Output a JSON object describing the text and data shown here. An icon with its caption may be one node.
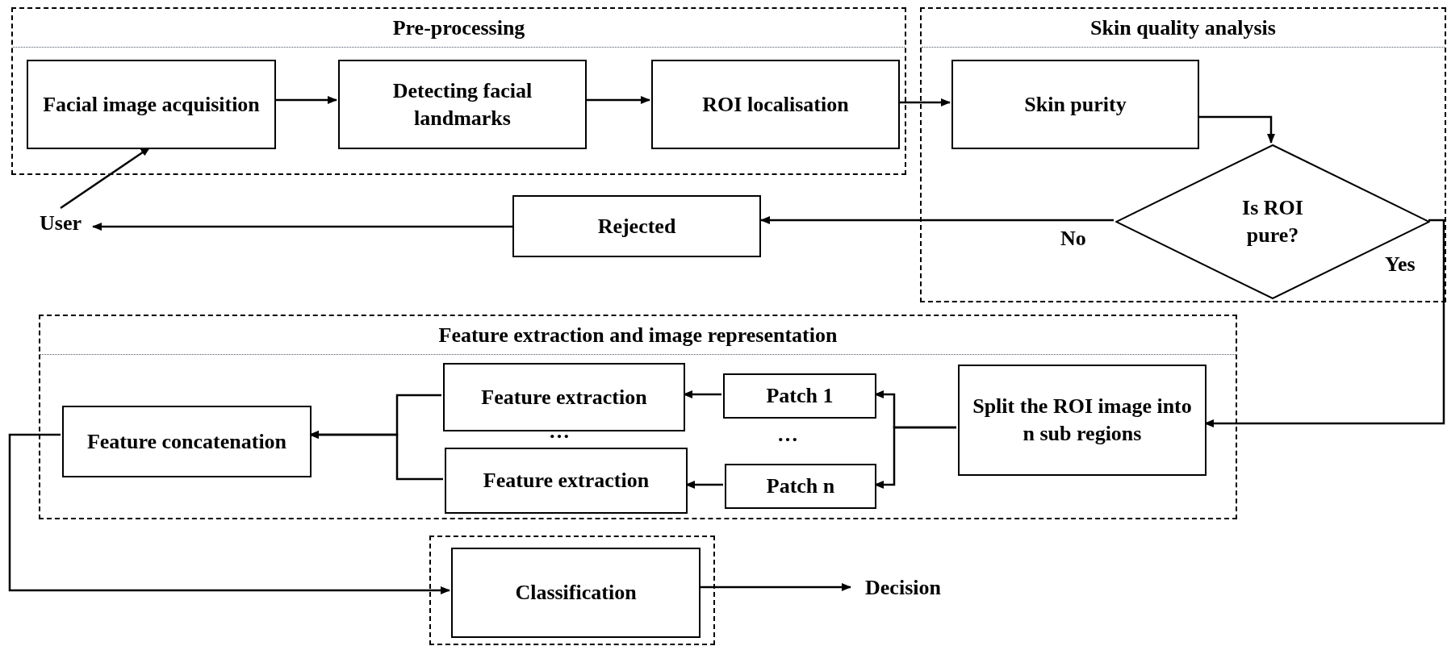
{
  "diagram": {
    "nodes": [
      {
        "text": [
          "Pre-processing"
        ]
      },
      {
        "text": [
          "Facial image acquisition"
        ],
        "in": 0
      },
      {
        "text": [
          "Detecting facial landmarks"
        ],
        "in": 0
      },
      {
        "text": [
          "ROI localisation"
        ],
        "in": 0
      },
      {
        "text": [
          "Skin quality analysis"
        ]
      },
      {
        "text": [
          "Skin purity"
        ],
        "in": 4
      },
      {
        "text": [
          "Is ROI pure?"
        ],
        "in": 4
      },
      {
        "text": [
          "User"
        ]
      },
      {
        "text": [
          "Rejected"
        ]
      },
      {
        "text": [
          "Feature extraction and image representation"
        ]
      },
      {
        "text": [
          "Feature extraction"
        ],
        "in": 9
      },
      {
        "text": [
          "Feature extraction"
        ],
        "in": 9
      },
      {
        "text": [
          "Patch 1"
        ],
        "in": 9
      },
      {
        "text": [
          "Patch n"
        ],
        "in": 9
      },
      {
        "text": [
          "Split the ROI image into n sub regions"
        ],
        "in": 9
      },
      {
        "text": [
          "Feature concatenation"
        ],
        "in": 9
      },
      {
        "text": [],
        "shape": "box"
      },
      {
        "text": [
          "Classification"
        ],
        "in": 16
      },
      {
        "text": [
          "Decision"
        ]
      }
    ],
    "edges": [
      {
        "from": 1,
        "to": 2,
        "arrow": "to"
      },
      {
        "from": 2,
        "to": 3,
        "arrow": "to"
      },
      {
        "from": 3,
        "to": 5,
        "arrow": "to"
      },
      {
        "from": 5,
        "to": 6,
        "arrow": "to"
      },
      {
        "from": 7,
        "to": 1,
        "arrow": "to"
      },
      {
        "from": 6,
        "to": 8,
        "arrow": "to",
        "label": "No"
      },
      {
        "from": 8,
        "to": 7,
        "arrow": "to"
      },
      {
        "from": 6,
        "to": 14,
        "arrow": "to",
        "label": "Yes"
      },
      {
        "from": 14,
        "to": 12,
        "arrow": "to"
      },
      {
        "from": 14,
        "to": 13,
        "arrow": "to"
      },
      {
        "from": 12,
        "to": 10,
        "arrow": "to"
      },
      {
        "from": 13,
        "to": 11,
        "arrow": "to"
      },
      {
        "from": 10,
        "to": 15,
        "arrow": "to"
      },
      {
        "from": 11,
        "to": 15,
        "arrow": "to"
      },
      {
        "from": 15,
        "to": 17,
        "arrow": "to"
      },
      {
        "from": 17,
        "to": 18,
        "arrow": "to"
      }
    ],
    "labels": [
      "…",
      "…"
    ]
  }
}
